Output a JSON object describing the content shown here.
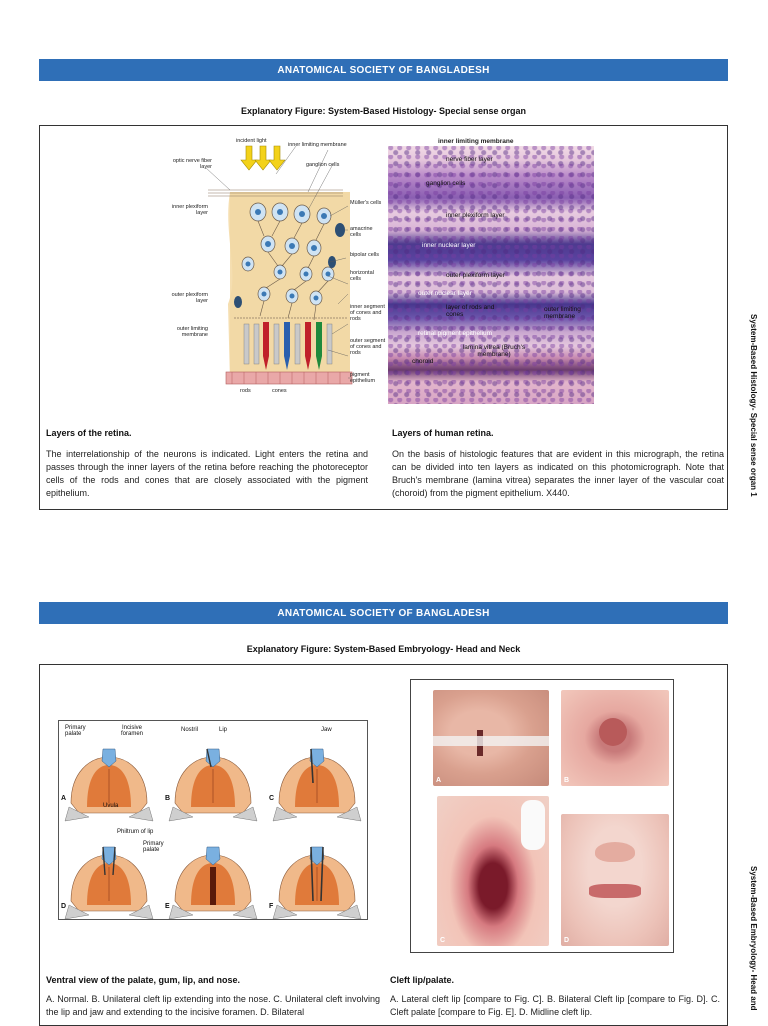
{
  "top": {
    "banner": "ANATOMICAL SOCIETY OF BANGLADESH",
    "subtitle": "Explanatory Figure: System-Based Histology- Special sense organ",
    "left_figure": {
      "labels": {
        "incident_light": "incident light",
        "inner_limiting_membrane": "inner limiting membrane",
        "optic_nerve_fiber_layer": "optic nerve fiber layer",
        "ganglion_cells": "ganglion cells",
        "inner_plexiform_layer": "inner plexiform layer",
        "mullers_cells": "Müller's cells",
        "amacrine_cells": "amacrine cells",
        "bipolar_cells": "bipolar cells",
        "horizontal_cells": "horizontal cells",
        "outer_plexiform_layer": "outer plexiform layer",
        "inner_segment": "inner segment of cones and rods",
        "outer_limiting_membrane": "outer limiting membrane",
        "outer_segment": "outer segment of cones and rods",
        "pigment_epithelium": "pigment epithelium",
        "rods": "rods",
        "cones": "cones"
      },
      "caption_title": "Layers of the retina.",
      "caption_text": "The interrelationship of the neurons is indicated. Light enters the retina and passes through the inner layers of the retina before reaching the photoreceptor cells of the rods and cones that are closely associated with the pigment epithelium."
    },
    "right_figure": {
      "labels": {
        "inner_limiting_membrane": "inner limiting membrane",
        "nerve_fiber_layer": "nerve fiber layer",
        "ganglion_cells": "ganglion cells",
        "inner_plexiform_layer": "inner plexiform layer",
        "inner_nuclear_layer": "inner nuclear layer",
        "outer_plexiform_layer": "outer plexiform layer",
        "outer_nuclear_layer": "outer nuclear layer",
        "rods_and_cones": "layer of rods and cones",
        "outer_limiting_membrane": "outer limiting membrane",
        "retinal_pigment_epithelium": "retinal pigment epithelium",
        "lamina_vitrea": "lamina vitrea (Bruch's membrane)",
        "choroid": "choroid"
      },
      "caption_title": "Layers of human retina.",
      "caption_text": "On the basis of histologic features that are evident in this micrograph, the retina can be divided into ten layers as indicated on this photomicrograph. Note that Bruch's membrane (lamina vitrea) separates the inner layer of the vascular coat (choroid) from the pigment epithelium. X440."
    },
    "side_label": "System-Based Histology- Special sense organ 1"
  },
  "bottom": {
    "banner": "ANATOMICAL SOCIETY OF BANGLADESH",
    "subtitle": "Explanatory Figure: System-Based Embryology- Head and Neck",
    "left_figure": {
      "labels": {
        "primary_palate": "Primary palate",
        "incisive_foramen": "Incisive foramen",
        "nostril": "Nostril",
        "lip": "Lip",
        "jaw": "Jaw",
        "uvula": "Uvula",
        "philtrum": "Philtrum of lip",
        "primary_palate_2": "Primary palate"
      },
      "panel_letters": [
        "A",
        "B",
        "C",
        "D",
        "E",
        "F"
      ],
      "caption_title": "Ventral view of the palate, gum, lip, and nose.",
      "caption_text": "A. Normal. B. Unilateral cleft lip extending into the nose. C. Unilateral cleft involving the lip and jaw and extending to the incisive foramen. D. Bilateral"
    },
    "right_figure": {
      "photo_letters": [
        "A",
        "B",
        "C",
        "D"
      ],
      "caption_title": "Cleft lip/palate.",
      "caption_text": "A. Lateral cleft lip [compare to Fig. C]. B. Bilateral Cleft lip [compare to Fig. D]. C. Cleft palate [compare to Fig. E]. D. Midline cleft lip."
    },
    "side_label": "System-Based Embryology- Head and"
  }
}
